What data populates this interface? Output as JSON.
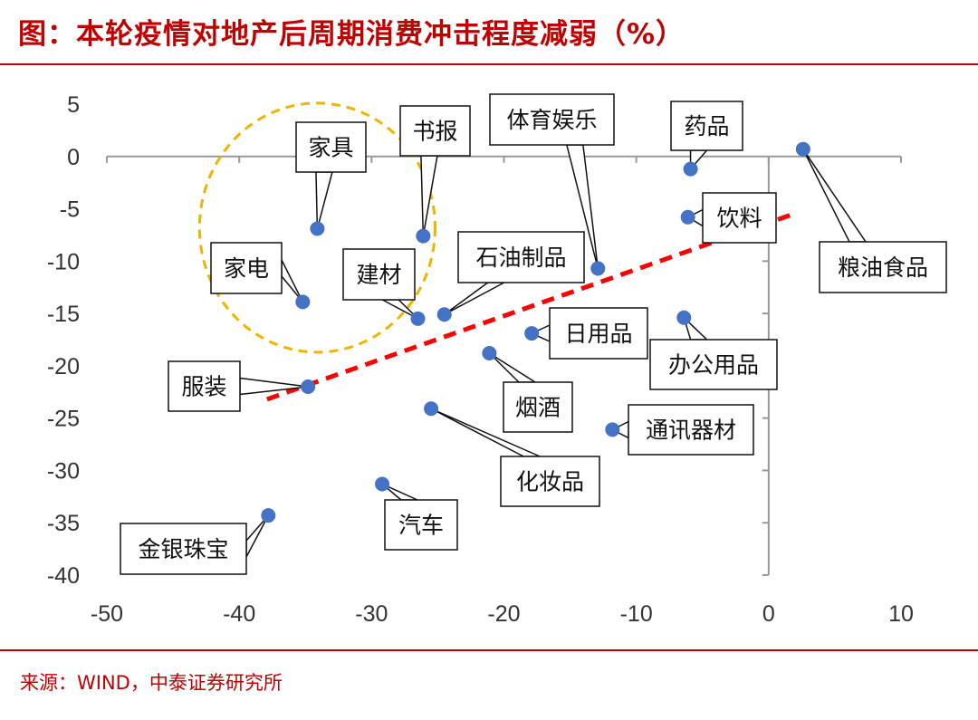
{
  "title": "图：本轮疫情对地产后周期消费冲击程度减弱（%）",
  "source": "来源：WIND，中泰证券研究所",
  "colors": {
    "accent": "#c00000",
    "point": "#4472c4",
    "trend": "#ff0000",
    "circle": "#f0b400"
  },
  "chart_data": {
    "type": "scatter",
    "title": "本轮疫情对地产后周期消费冲击程度减弱（%）",
    "xlabel": "",
    "ylabel": "",
    "xlim": [
      -50,
      10
    ],
    "ylim": [
      -40,
      5
    ],
    "xticks": [
      -50,
      -40,
      -30,
      -20,
      -10,
      0,
      10
    ],
    "yticks": [
      5,
      0,
      -5,
      -10,
      -15,
      -20,
      -25,
      -30,
      -35,
      -40
    ],
    "grid": false,
    "points": [
      {
        "label": "家具",
        "x": -34.1,
        "y": -6.9
      },
      {
        "label": "书报",
        "x": -26.1,
        "y": -7.6
      },
      {
        "label": "体育娱乐",
        "x": -12.9,
        "y": -10.7
      },
      {
        "label": "药品",
        "x": -5.9,
        "y": -1.2
      },
      {
        "label": "粮油食品",
        "x": 2.6,
        "y": 0.7
      },
      {
        "label": "饮料",
        "x": -6.1,
        "y": -5.8
      },
      {
        "label": "家电",
        "x": -35.2,
        "y": -13.9
      },
      {
        "label": "建材",
        "x": -26.5,
        "y": -15.5
      },
      {
        "label": "石油制品",
        "x": -24.5,
        "y": -15.1
      },
      {
        "label": "日用品",
        "x": -17.9,
        "y": -16.9
      },
      {
        "label": "办公用品",
        "x": -6.4,
        "y": -15.4
      },
      {
        "label": "服装",
        "x": -34.8,
        "y": -22.0
      },
      {
        "label": "烟酒",
        "x": -21.1,
        "y": -18.8
      },
      {
        "label": "化妆品",
        "x": -25.5,
        "y": -24.1
      },
      {
        "label": "通讯器材",
        "x": -11.8,
        "y": -26.1
      },
      {
        "label": "汽车",
        "x": -29.2,
        "y": -31.3
      },
      {
        "label": "金银珠宝",
        "x": -37.8,
        "y": -34.3
      }
    ],
    "trendline": {
      "style": "dashed",
      "from": {
        "x": -37.9,
        "y": -23.2
      },
      "to": {
        "x": 2.1,
        "y": -5.4
      }
    },
    "highlight_circle": {
      "style": "dashed",
      "center": {
        "x": -34.1,
        "y": -6.8
      },
      "rx": 8.9,
      "ry": 11.9
    }
  }
}
